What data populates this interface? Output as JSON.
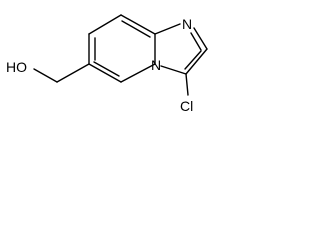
{
  "molecule": {
    "atoms": {
      "ring_n_top": "N",
      "ring_n_bridge": "N",
      "hydroxyl": "HO",
      "chloro": "Cl"
    }
  },
  "colors": {
    "bond": "#000000",
    "label": "#000000",
    "background": "#ffffff"
  }
}
